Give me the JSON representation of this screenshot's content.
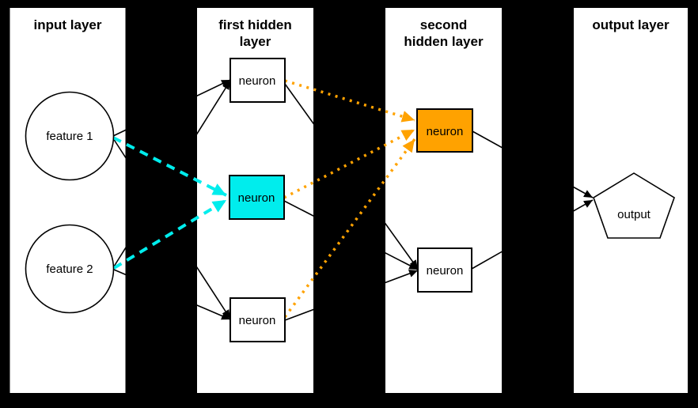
{
  "diagram": {
    "type": "neural-network-diagram",
    "colors": {
      "background": "#000000",
      "panel": "#ffffff",
      "edge_black": "#000000",
      "cyan_highlight": "#00eded",
      "orange_highlight": "#ffa200"
    },
    "layers": [
      {
        "name": "input",
        "title_lines": [
          "input layer"
        ],
        "nodes": [
          {
            "id": "feature1",
            "label": "feature 1",
            "shape": "circle",
            "fill": "#ffffff"
          },
          {
            "id": "feature2",
            "label": "feature 2",
            "shape": "circle",
            "fill": "#ffffff"
          }
        ]
      },
      {
        "name": "first-hidden",
        "title_lines": [
          "first hidden",
          "layer"
        ],
        "nodes": [
          {
            "id": "h1n1",
            "label": "neuron",
            "shape": "rect",
            "fill": "#ffffff"
          },
          {
            "id": "h1n2",
            "label": "neuron",
            "shape": "rect",
            "fill": "#00eded"
          },
          {
            "id": "h1n3",
            "label": "neuron",
            "shape": "rect",
            "fill": "#ffffff"
          }
        ]
      },
      {
        "name": "second-hidden",
        "title_lines": [
          "second",
          "hidden layer"
        ],
        "nodes": [
          {
            "id": "h2n1",
            "label": "neuron",
            "shape": "rect",
            "fill": "#ffa200"
          },
          {
            "id": "h2n2",
            "label": "neuron",
            "shape": "rect",
            "fill": "#ffffff"
          }
        ]
      },
      {
        "name": "output",
        "title_lines": [
          "output layer"
        ],
        "nodes": [
          {
            "id": "out1",
            "label": "output",
            "shape": "pentagon",
            "fill": "#ffffff"
          }
        ]
      }
    ],
    "edges": [
      {
        "from": "feature1",
        "to": "h1n1",
        "style": "solid-black"
      },
      {
        "from": "feature1",
        "to": "h1n2",
        "style": "dashed-cyan"
      },
      {
        "from": "feature1",
        "to": "h1n3",
        "style": "solid-black"
      },
      {
        "from": "feature2",
        "to": "h1n1",
        "style": "solid-black"
      },
      {
        "from": "feature2",
        "to": "h1n2",
        "style": "dashed-cyan"
      },
      {
        "from": "feature2",
        "to": "h1n3",
        "style": "solid-black"
      },
      {
        "from": "h1n1",
        "to": "h2n1",
        "style": "dotted-orange"
      },
      {
        "from": "h1n2",
        "to": "h2n1",
        "style": "dotted-orange"
      },
      {
        "from": "h1n3",
        "to": "h2n1",
        "style": "dotted-orange"
      },
      {
        "from": "h1n1",
        "to": "h2n2",
        "style": "solid-black"
      },
      {
        "from": "h1n2",
        "to": "h2n2",
        "style": "solid-black"
      },
      {
        "from": "h1n3",
        "to": "h2n2",
        "style": "solid-black"
      },
      {
        "from": "h2n1",
        "to": "out1",
        "style": "solid-black"
      },
      {
        "from": "h2n2",
        "to": "out1",
        "style": "solid-black"
      }
    ]
  }
}
